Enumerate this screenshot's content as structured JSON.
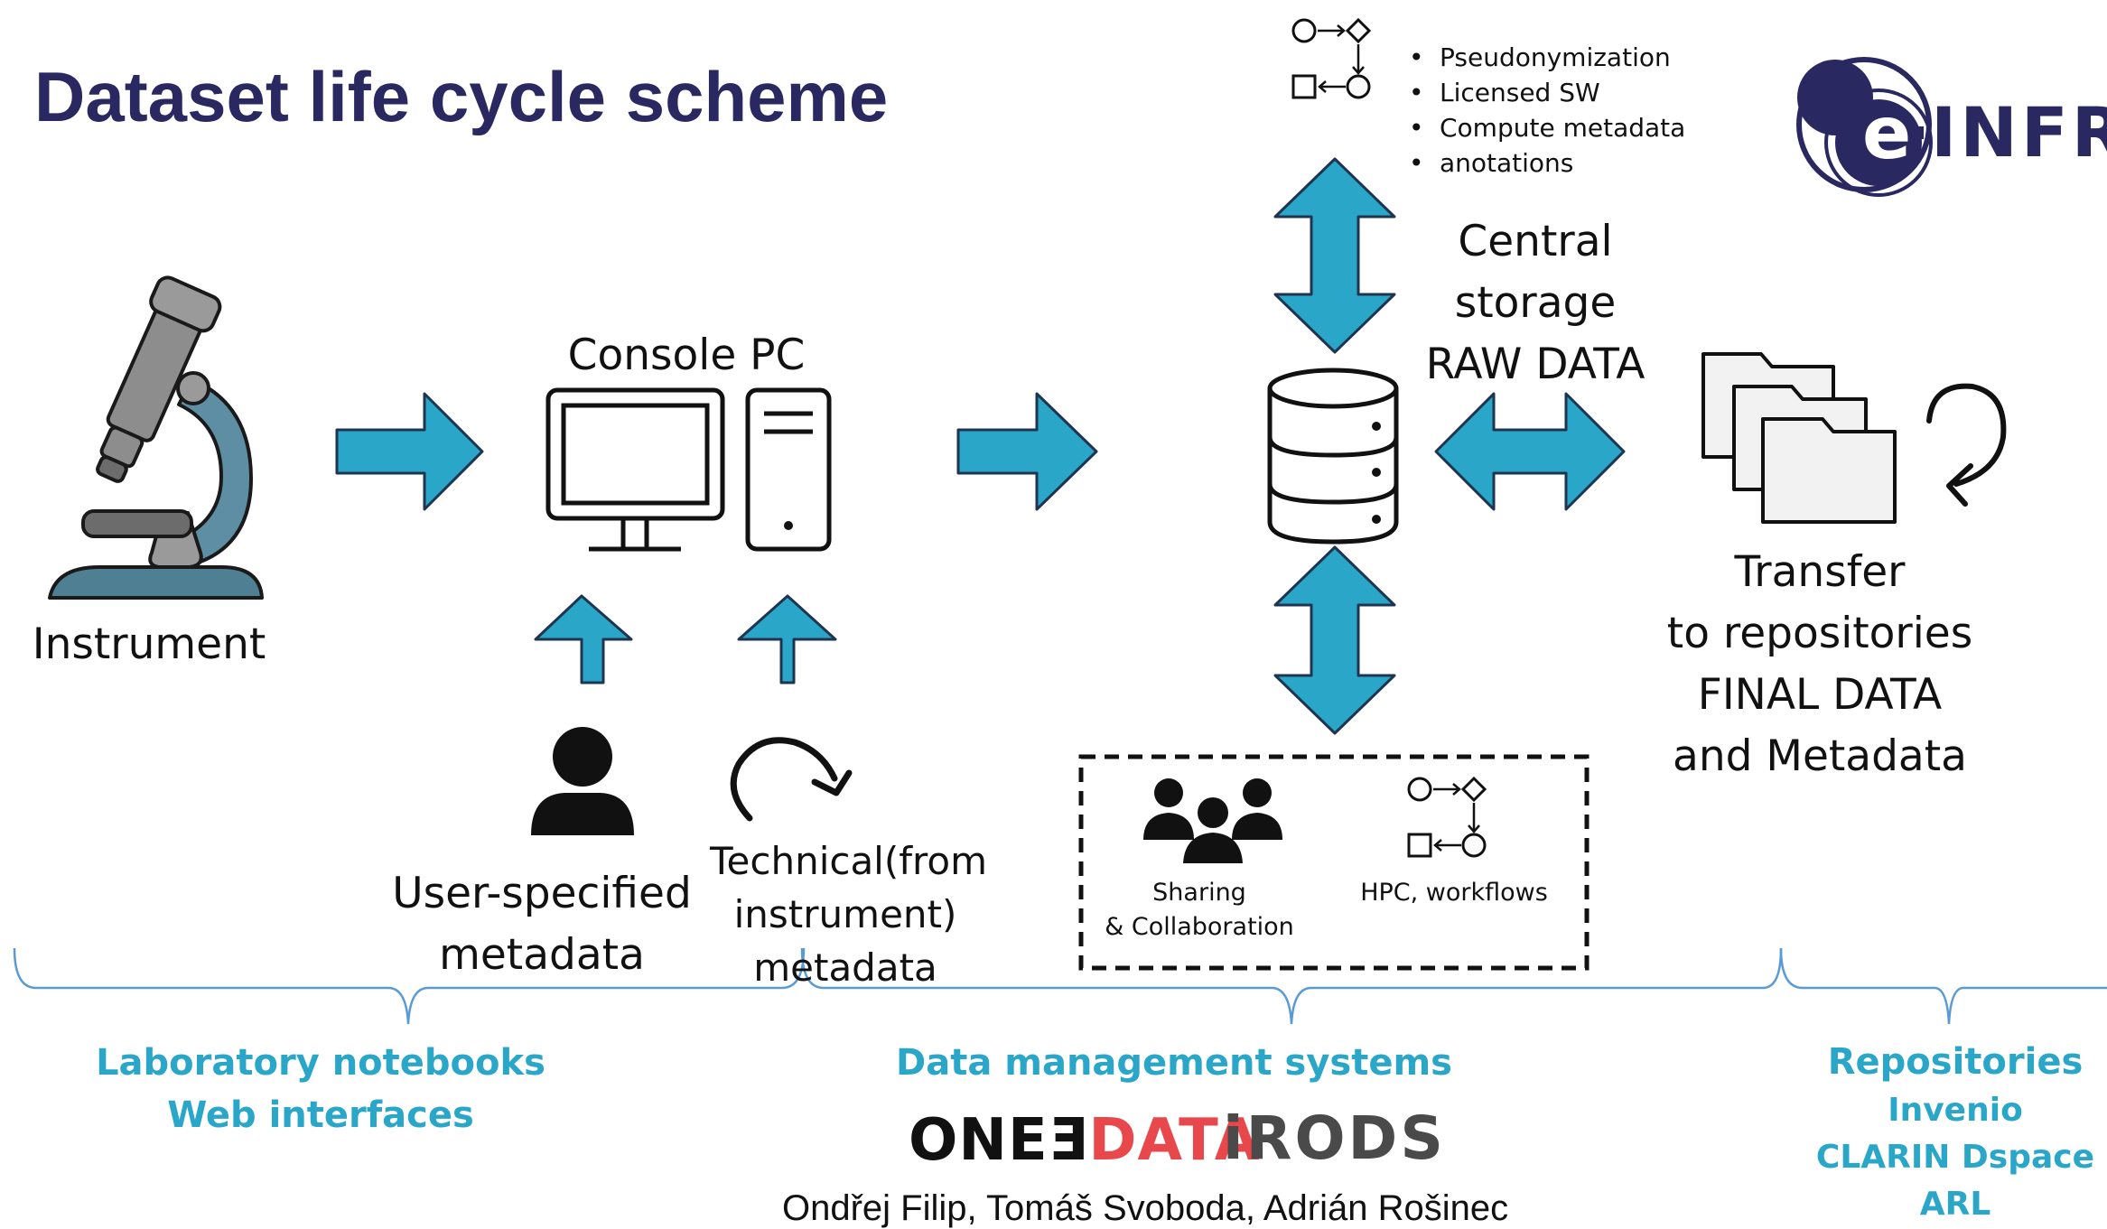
{
  "title": "Dataset life cycle scheme",
  "process_bullets": [
    "Pseudonymization",
    "Licensed SW",
    "Compute metadata",
    "anotations"
  ],
  "instrument_label": "Instrument",
  "console_label": "Console PC",
  "central_storage": [
    "Central",
    "storage",
    "RAW DATA"
  ],
  "transfer_label": [
    "Transfer",
    "to repositories",
    "FINAL DATA",
    "and Metadata"
  ],
  "user_metadata": [
    "User-specified",
    "metadata"
  ],
  "technical_metadata": [
    "Technical(from",
    "instrument)",
    "metadata"
  ],
  "sharing_label": [
    "Sharing",
    "& Collaboration"
  ],
  "hpc_label": "HPC, workflows",
  "sections": {
    "lab": [
      "Laboratory notebooks",
      "Web interfaces"
    ],
    "dms": "Data management systems",
    "repos": [
      "Repositories",
      "Invenio",
      "CLARIN Dspace",
      "ARL"
    ]
  },
  "logos": {
    "einfra_text": "INFR",
    "einfra_e": "e",
    "onedata_one": "ONE",
    "onedata_e": "E",
    "onedata_data": "DATA",
    "irods": "iRODS"
  },
  "authors": "Ondřej Filip, Tomáš Svoboda, Adrián Rošinec",
  "colors": {
    "title": "#2a2860",
    "arrow_fill": "#2aa6c8",
    "arrow_stroke": "#1d3550",
    "section_text": "#2aa6c8",
    "brace": "#5b9bd5",
    "onedata_red": "#e8474b"
  }
}
